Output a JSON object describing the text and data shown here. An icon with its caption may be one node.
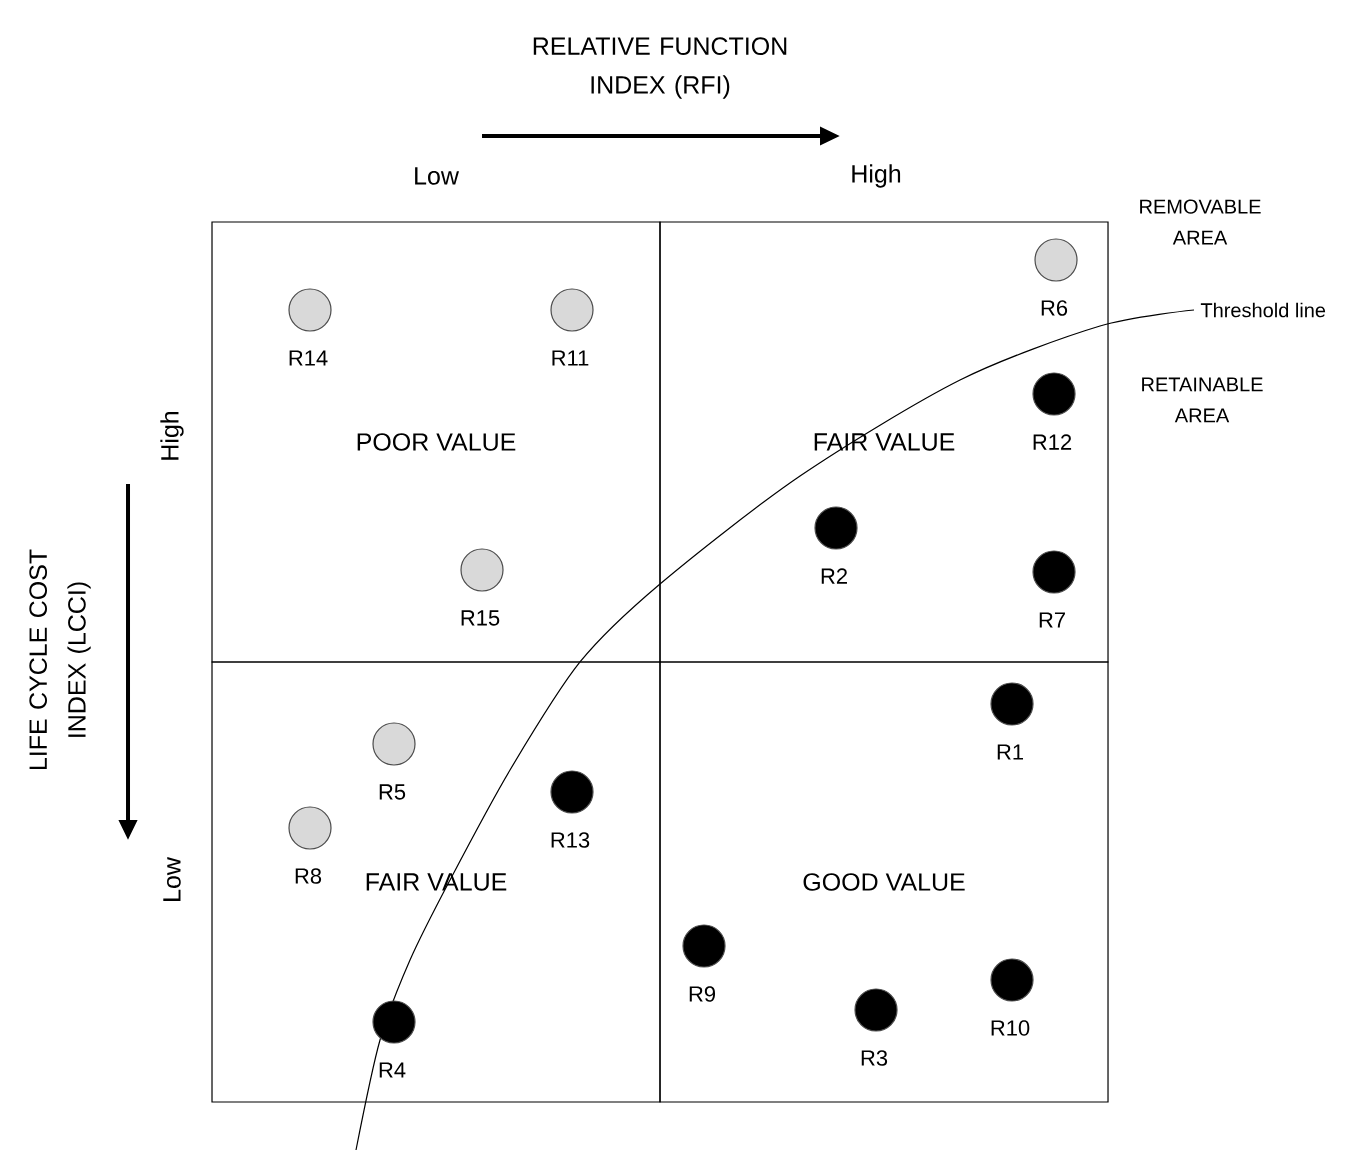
{
  "diagram": {
    "nodes": [
      {
        "text": [
          "POOR VALUE"
        ]
      },
      {
        "text": [
          "FAIR VALUE"
        ]
      },
      {
        "text": [
          "FAIR VALUE"
        ]
      },
      {
        "text": [
          "GOOD VALUE"
        ]
      },
      {
        "text": [],
        "shape": "circle",
        "beside": [
          "R14"
        ],
        "in": 0
      },
      {
        "text": [],
        "shape": "circle",
        "beside": [
          "R11"
        ],
        "in": 0
      },
      {
        "text": [],
        "shape": "circle",
        "beside": [
          "R15"
        ],
        "in": 0
      },
      {
        "text": [],
        "shape": "circle",
        "beside": [
          "R6"
        ],
        "in": 1
      },
      {
        "text": [],
        "shape": "circle",
        "beside": [
          "R12"
        ],
        "in": 1
      },
      {
        "text": [],
        "shape": "circle",
        "beside": [
          "R2"
        ],
        "in": 1
      },
      {
        "text": [],
        "shape": "circle",
        "beside": [
          "R7"
        ],
        "in": 1
      },
      {
        "text": [],
        "shape": "circle",
        "beside": [
          "R5"
        ],
        "in": 2
      },
      {
        "text": [],
        "shape": "circle",
        "beside": [
          "R8"
        ],
        "in": 2
      },
      {
        "text": [],
        "shape": "circle",
        "beside": [
          "R13"
        ],
        "in": 2
      },
      {
        "text": [],
        "shape": "circle",
        "beside": [
          "R4"
        ],
        "in": 2
      },
      {
        "text": [],
        "shape": "circle",
        "beside": [
          "R1"
        ],
        "in": 3
      },
      {
        "text": [],
        "shape": "circle",
        "beside": [
          "R9"
        ],
        "in": 3
      },
      {
        "text": [],
        "shape": "circle",
        "beside": [
          "R3"
        ],
        "in": 3
      },
      {
        "text": [],
        "shape": "circle",
        "beside": [
          "R10"
        ],
        "in": 3
      }
    ],
    "labels": [
      "RELATIVE FUNCTION INDEX (RFI)",
      "Low",
      "High",
      "REMOVABLE AREA",
      "Threshold line",
      "RETAINABLE AREA",
      "LIFE CYCLE COST INDEX (LCCI)",
      "High",
      "Low"
    ]
  }
}
